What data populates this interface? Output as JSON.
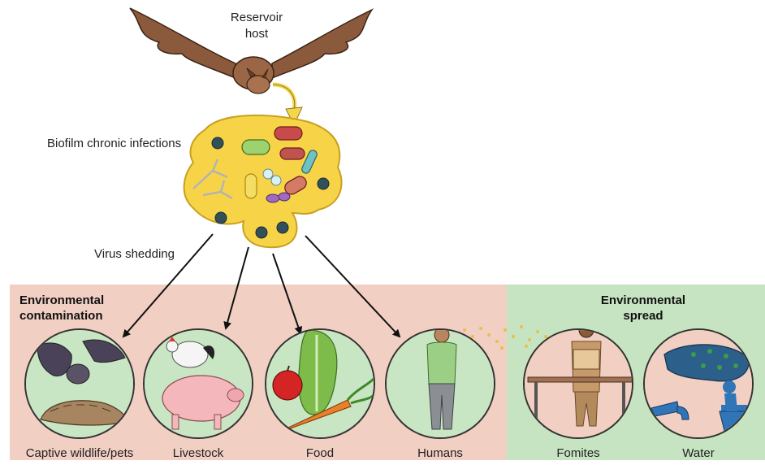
{
  "reservoir": {
    "line1": "Reservoir",
    "line2": "host"
  },
  "biofilm_label": "Biofilm chronic infections",
  "shedding_label": "Virus shedding",
  "panels": {
    "contamination": {
      "line1": "Environmental",
      "line2": "contamination",
      "color": "#f1cfc3"
    },
    "spread": {
      "line1": "Environmental",
      "line2": "spread",
      "color": "#c6e4c1"
    }
  },
  "circles": [
    {
      "caption": "Captive wildlife/pets",
      "icon": "bat-pangolin-icon",
      "fill": "#c9e6c4"
    },
    {
      "caption": "Livestock",
      "icon": "chicken-pig-icon",
      "fill": "#c9e6c4"
    },
    {
      "caption": "Food",
      "icon": "lettuce-apple-carrot-icon",
      "fill": "#c9e6c4"
    },
    {
      "caption": "Humans",
      "icon": "person-icon",
      "fill": "#c9e6c4"
    },
    {
      "caption": "Fomites",
      "icon": "worker-table-icon",
      "fill": "#f1cfc3"
    },
    {
      "caption": "Water",
      "icon": "pond-tap-toilet-icon",
      "fill": "#f1cfc3"
    }
  ]
}
